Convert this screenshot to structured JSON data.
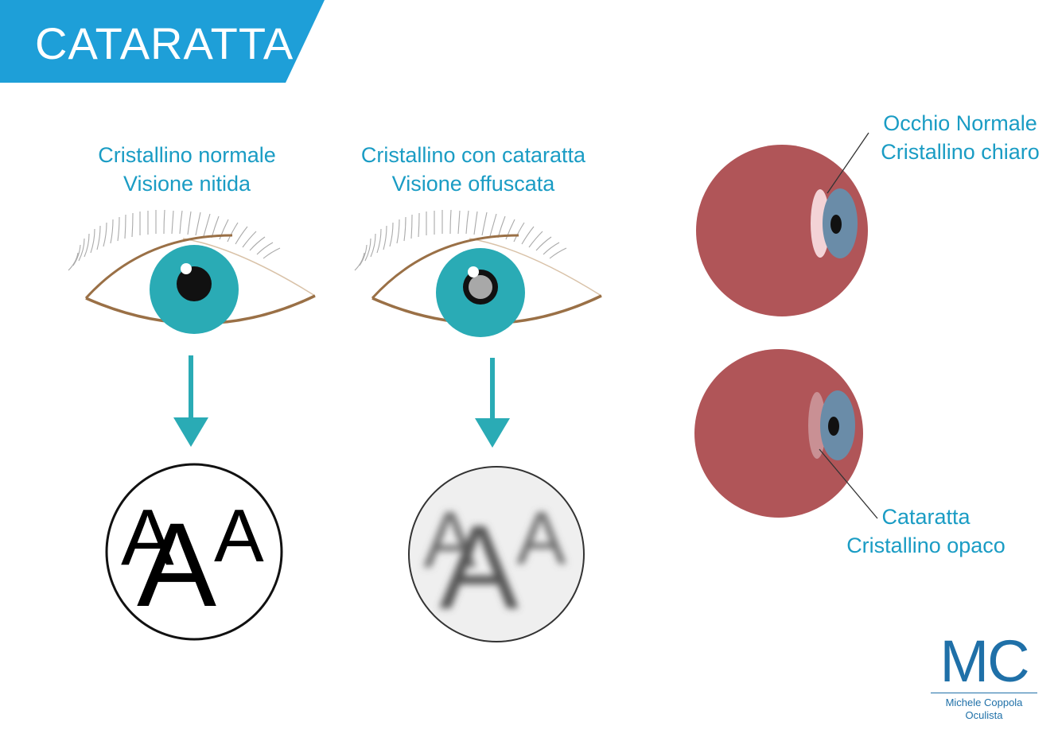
{
  "header": {
    "title": "CATARATTA",
    "color": "#1e9fd8"
  },
  "panels": [
    {
      "line1": "Cristallino normale",
      "line2": "Visione nitida",
      "vision": "sharp"
    },
    {
      "line1": "Cristallino con cataratta",
      "line2": "Visione offuscata",
      "vision": "blurred"
    }
  ],
  "eye_diagrams": {
    "normal": {
      "line1": "Occhio Normale",
      "line2": "Cristallino chiaro"
    },
    "cataract": {
      "line1": "Cataratta",
      "line2": "Cristallino opaco"
    }
  },
  "letters": "AAA",
  "colors": {
    "accent": "#1a9cc4",
    "iris": "#2aabb5",
    "arrow": "#2aabb5",
    "eyeball": "#b05558",
    "cornea": "#6a8ca8",
    "lens_clear": "#f3d3d6",
    "lens_opaque": "#c99094",
    "eyelid": "#9a7046"
  },
  "logo": {
    "mark": "MC",
    "line1": "Michele Coppola",
    "line2": "Oculista"
  }
}
